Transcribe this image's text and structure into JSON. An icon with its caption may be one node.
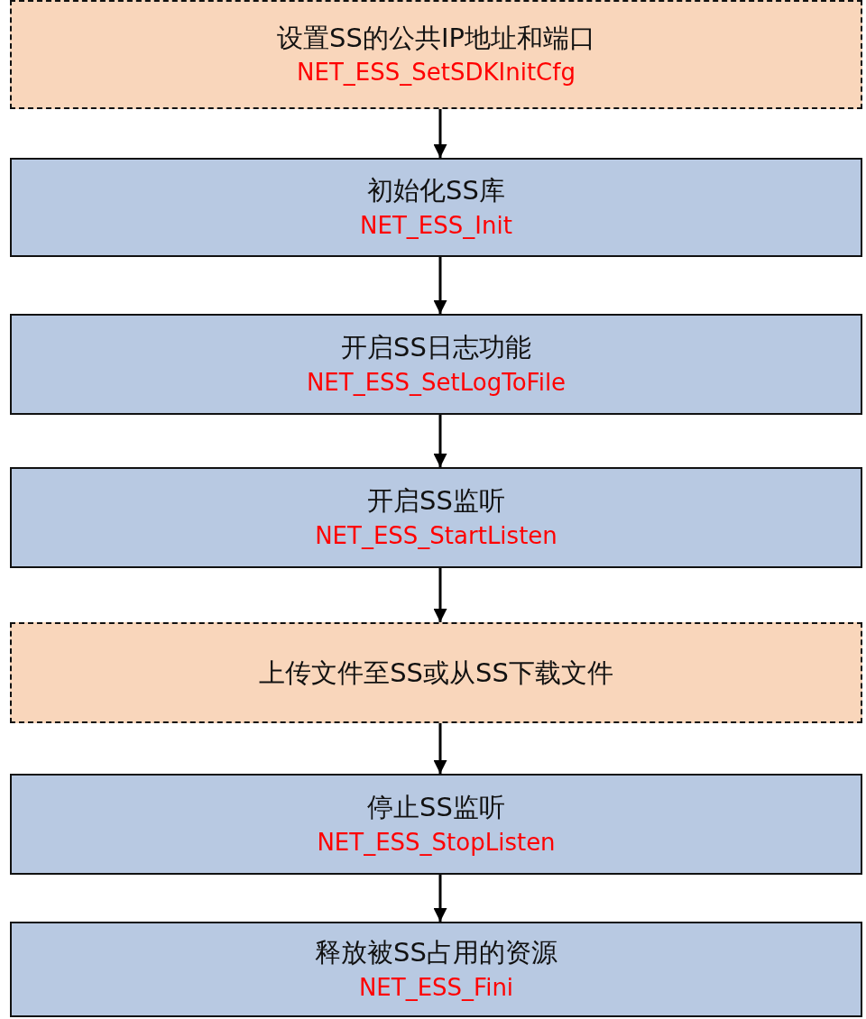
{
  "diagram": {
    "nodes": [
      {
        "text": [
          "设置SS的公共IP地址和端口",
          "NET_ESS_SetSDKInitCfg"
        ]
      },
      {
        "text": [
          "初始化SS库",
          "NET_ESS_Init"
        ]
      },
      {
        "text": [
          "开启SS日志功能",
          "NET_ESS_SetLogToFile"
        ]
      },
      {
        "text": [
          "开启SS监听",
          "NET_ESS_StartListen"
        ]
      },
      {
        "text": [
          "上传文件至SS或从SS下载文件"
        ]
      },
      {
        "text": [
          "停止SS监听",
          "NET_ESS_StopListen"
        ]
      },
      {
        "text": [
          "释放被SS占用的资源",
          "NET_ESS_Fini"
        ]
      }
    ],
    "edges": [
      {
        "from": 0,
        "to": 1,
        "arrow": "to"
      },
      {
        "from": 1,
        "to": 2,
        "arrow": "to"
      },
      {
        "from": 2,
        "to": 3,
        "arrow": "to"
      },
      {
        "from": 3,
        "to": 4,
        "arrow": "to"
      },
      {
        "from": 4,
        "to": 5,
        "arrow": "to"
      },
      {
        "from": 5,
        "to": 6,
        "arrow": "to"
      }
    ]
  }
}
